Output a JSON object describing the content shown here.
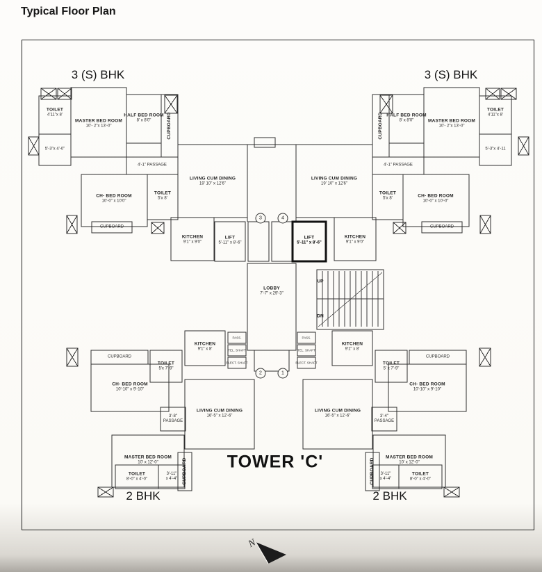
{
  "page": {
    "title": "Typical Floor Plan"
  },
  "plan": {
    "tower_label": "TOWER 'C'",
    "north_label": "N",
    "headers": {
      "top_left": "3 (S) BHK",
      "top_right": "3 (S) BHK",
      "bottom_left": "2 BHK",
      "bottom_right": "2 BHK"
    },
    "core": {
      "lobby_name": "LOBBY",
      "lobby_dims": "7'-7\" x 29'-3\"",
      "up": "UP",
      "dn": "DN",
      "shafts": [
        "PASS.",
        "TEL. SHAFT",
        "ELECT. SHAFT"
      ]
    },
    "markers": {
      "m1": "1",
      "m2": "2",
      "m3": "3",
      "m4": "4"
    },
    "rooms": [
      {
        "name": "TOILET",
        "dims": "4'11\"x 8'"
      },
      {
        "name": "MASTER BED ROOM",
        "dims": "10'- 2\"x 13'-0\""
      },
      {
        "name": "HALF BED ROOM",
        "dims": "8' x 8'0\""
      },
      {
        "name": "CUPBOARD",
        "dims": ""
      },
      {
        "name": "",
        "dims": "5'-3\"x 4'-0\""
      },
      {
        "name": "4'-1\" PASSAGE",
        "dims": ""
      },
      {
        "name": "CH- BED ROOM",
        "dims": "10'-0\" x 10'0\""
      },
      {
        "name": "TOILET",
        "dims": "5'x 8'"
      },
      {
        "name": "CUPBOARD",
        "dims": ""
      },
      {
        "name": "LIVING CUM DINING",
        "dims": "19' 10\" x 12'6\""
      },
      {
        "name": "KITCHEN",
        "dims": "9'1\" x 9'0\""
      },
      {
        "name": "LIFT",
        "dims": "5'-11\" x 8'-6\""
      },
      {
        "name": "LIFT",
        "dims": "5'-11\" x 8'-6\""
      },
      {
        "name": "LIVING CUM DINING",
        "dims": "19' 10\" x 12'6\""
      },
      {
        "name": "KITCHEN",
        "dims": "9'1\" x 9'0\""
      },
      {
        "name": "TOILET",
        "dims": "5'x 8'"
      },
      {
        "name": "CH- BED ROOM",
        "dims": "10'-0\" x 10'-0\""
      },
      {
        "name": "CUPBOARD",
        "dims": ""
      },
      {
        "name": "4'-1\" PASSAGE",
        "dims": ""
      },
      {
        "name": "HALF BED ROOM",
        "dims": "8' x 8'0\""
      },
      {
        "name": "MASTER BED ROOM",
        "dims": "10'- 2\"x 13'-0\""
      },
      {
        "name": "TOILET",
        "dims": "4'11\"x 8'"
      },
      {
        "name": "",
        "dims": "5'-3\"x 4'-11"
      },
      {
        "name": "CUPBOARD",
        "dims": ""
      },
      {
        "name": "KITCHEN",
        "dims": "9'1\" x 8'"
      },
      {
        "name": "TOILET",
        "dims": "5'x 7'-9\""
      },
      {
        "name": "CUPBOARD",
        "dims": ""
      },
      {
        "name": "CH- BED ROOM",
        "dims": "10'-10\" x 9'-10\""
      },
      {
        "name": "3'-8\"",
        "dims": "PASSAGE"
      },
      {
        "name": "LIVING CUM DINING",
        "dims": "16'-5\" x 12'-6\""
      },
      {
        "name": "MASTER BED ROOM",
        "dims": "10' x 12'-0\""
      },
      {
        "name": "TOILET",
        "dims": "8'-0\" x 4'-0\""
      },
      {
        "name": "3'-11\"",
        "dims": "x 4'-4\""
      },
      {
        "name": "CUPBOARD",
        "dims": ""
      },
      {
        "name": "KITCHEN",
        "dims": "9'1\" x 8'"
      },
      {
        "name": "TOILET",
        "dims": "5' x 7'-9\""
      },
      {
        "name": "CUPBOARD",
        "dims": ""
      },
      {
        "name": "CH- BED ROOM",
        "dims": "10'-10\" x 9'-10\""
      },
      {
        "name": "3'-4\"",
        "dims": "PASSAGE"
      },
      {
        "name": "LIVING CUM DINING",
        "dims": "16'-5\" x 12'-6\""
      },
      {
        "name": "MASTER BED ROOM",
        "dims": "10' x 12'-0\""
      },
      {
        "name": "3'-11\"",
        "dims": "x 4'-4\""
      },
      {
        "name": "TOILET",
        "dims": "8'-0\" x 4'-0\""
      },
      {
        "name": "CUPBOARD",
        "dims": ""
      }
    ]
  }
}
